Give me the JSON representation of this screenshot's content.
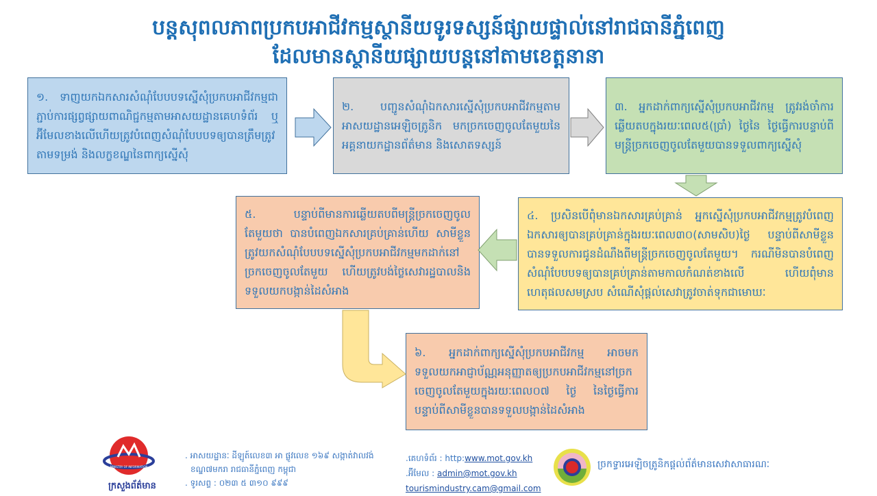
{
  "title": {
    "line1": "បន្តសុពលភាពប្រកបអាជីវកម្មស្ថានីយទូរទស្សន៍ផ្សាយផ្ទាល់នៅរាជធានីភ្នំពេញ",
    "line2": "ដែលមានស្ថានីយផ្សាយបន្តនៅតាមខេត្តនានា"
  },
  "steps": [
    {
      "text": "១.  ទាញយកឯកសារសំណុំបែបបទស្នើសុំប្រកបអាជីវកម្មជាភ្ជាប់ការផ្សព្វផ្សាយពាណិជ្ជកម្មតាមអាសយដ្ឋានគេហទំព័រ ឬអ៊ីមែលខាងលើហើយត្រូវបំពេញសំណុំបែបបទឲ្យបានត្រឹមត្រូវតាមទម្រង់ និងលក្ខខណ្ឌនៃពាក្យស្នើសុំ",
      "color": "#bdd7ee"
    },
    {
      "text": "២.  បញ្ជូនសំណុំឯកសារស្នើសុំប្រកបអាជីវកម្មតាមអាសយដ្ឋានអេឡិចត្រូនិក  មកច្រកចេញចូលតែមួយនៃអគ្គនាយកដ្ឋានព័ត៌មាន និងសោតទស្សន៍",
      "color": "#d9d9d9"
    },
    {
      "text": "៣.  អ្នកដាក់ពាក្យស្នើសុំប្រកបអាជីវកម្ម ត្រូវរង់ចាំការឆ្លើយតបក្នុងរយៈពេល៥(ប្រាំ) ថ្ងៃនៃ ថ្ងៃធ្វើការបន្ទាប់ពីមន្ត្រីច្រកចេញចូលតែមួយបានទទួលពាក្យស្នើសុំ",
      "color": "#c5e0b4"
    },
    {
      "text": "៤.  ប្រសិនបើពុំមានឯកសារគ្រប់គ្រាន់ អ្នកស្នើសុំប្រកបអាជីវកម្មត្រូវបំពេញឯកសារឲ្យបានគ្រប់គ្រាន់ក្នុងរយៈពេល៣០(សាមសិប)ថ្ងៃ  បន្ទាប់ពីសាមីខ្លួនបានទទួលការជូនដំណឹងពីមន្ត្រីច្រកចេញចូលតែមួយ។  ករណីមិនបានបំពេញសំណុំបែបបទឲ្យបានគ្រប់គ្រាន់តាមកាលកំណត់ខាងលើ  ហើយពុំមានហេតុផលសមស្រប សំណើសុំផ្តល់សេវាត្រូវចាត់ទុកជាមោឃៈ",
      "color": "#ffe699"
    },
    {
      "text": "៥.  បន្ទាប់ពីមានការឆ្លើយតបពីមន្ត្រីច្រកចេញចូលតែមួយថា  បានបំពេញឯកសារគ្រប់គ្រាន់ហើយ សាមីខ្លួនត្រូវយកសំណុំបែបបទស្នើសុំប្រកបអាជីវកម្មមកដាក់នៅច្រកចេញចូលតែមួយ  ហើយត្រូវបង់ថ្លៃសេវារដ្ឋបាលនិងទទួលយកបង្កាន់ដៃសំអាង",
      "color": "#f8cbad"
    },
    {
      "text": "៦.  អ្នកដាក់ពាក្យស្នើសុំប្រកបអាជីវកម្ម អាចមកទទួលយកអាជ្ញាប័ណ្ណអនុញ្ញាតឲ្យប្រកបអាជីវកម្មនៅច្រកចេញចូលតែមួយក្នុងរយៈពេល០៧ ថ្ងៃ នៃថ្ងៃធ្វើការ  បន្ទាប់ពីសាមីខ្លួនបានទទួលបង្កាន់ដៃសំអាង",
      "color": "#f8cbad"
    }
  ],
  "footer": {
    "ministry_logo_text": "ក្រសួងព័ត៌មាន",
    "ministry_logo_en": "MINISTRY OF INFORMATION",
    "address_line1": ". អាសយដ្ឋានៈ ដីឡូត៍លេខ៣ អា ផ្លូវលេខ ១៦៩ សង្កាត់វាលវង់",
    "address_line2": "ខណ្ឌ៧មករា រាជធានីភ្នំពេញ កម្ពុជា",
    "phone": ". ទូរសព្ទ : ០២៣ ៥ ៣១០ ៩៩៩",
    "website_label": ".គេហទំព័រ : http:",
    "website": "www.mot.gov.kh",
    "email_label": ".អ៊ីមែល : ",
    "email1": "admin@mot.gov.kh",
    "email2": "tourismindustry.cam@gmail.com",
    "portal_text": "ច្រកទ្វារអេឡិចត្រូនិកផ្តល់ព័ត៌មានសេវាសាធារណៈ"
  }
}
